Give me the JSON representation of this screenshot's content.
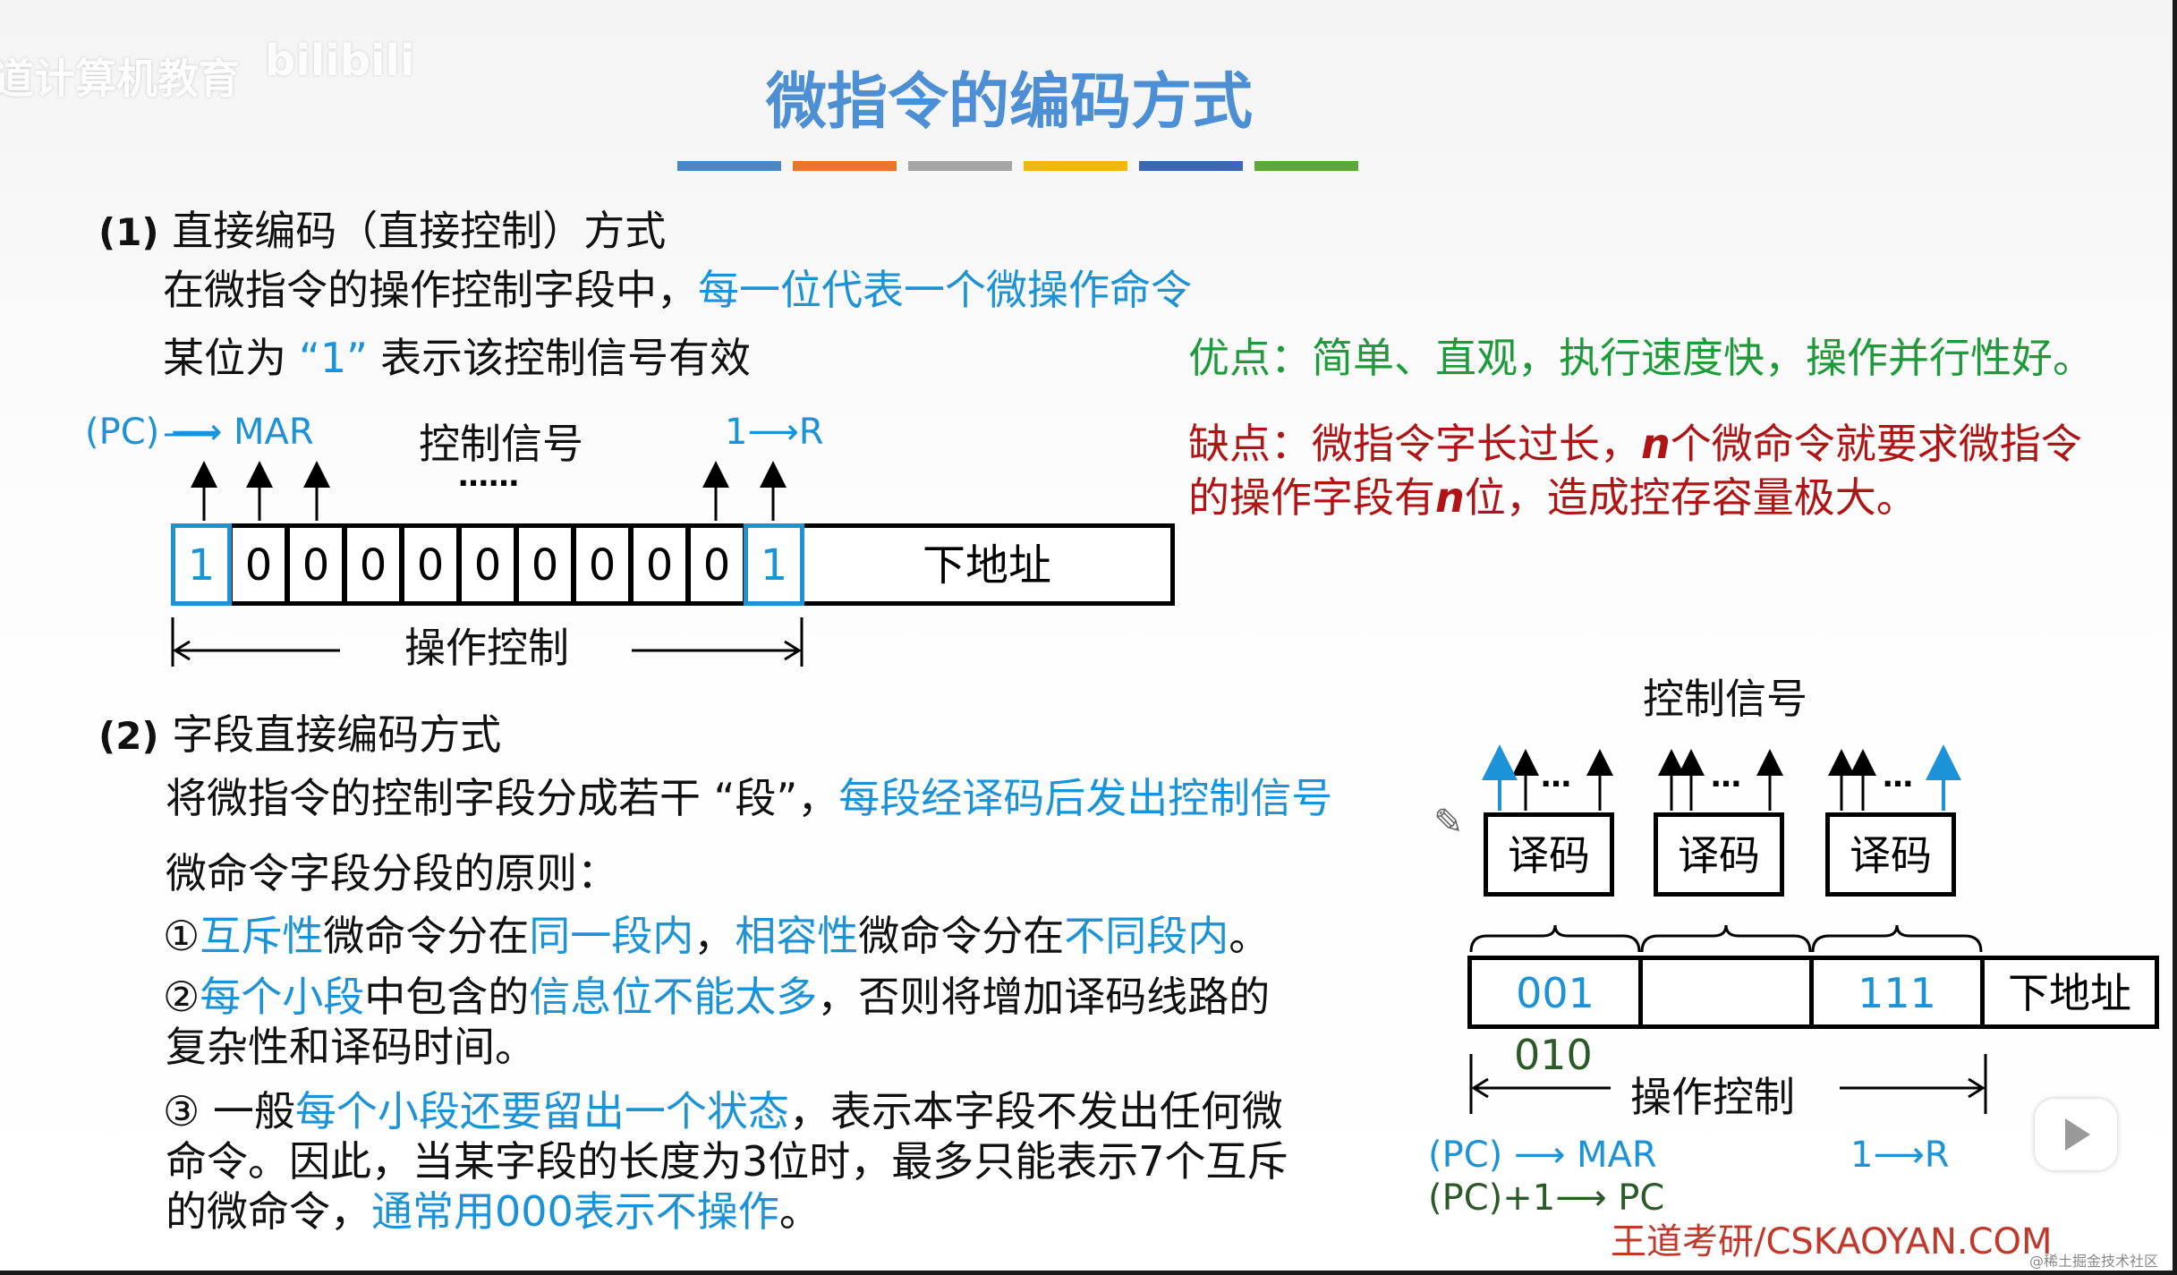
{
  "title": "微指令的编码方式",
  "watermark": {
    "text": "道计算机教育",
    "logo": "bilibili"
  },
  "colors": {
    "title": "#4d8fd4",
    "highlight": "#1b93d6",
    "pros": "#1d9a3a",
    "cons": "#b01414",
    "brand": "#c0392b"
  },
  "title_bars": [
    "#4a86c8",
    "#e8762d",
    "#a5a5a5",
    "#f2b80c",
    "#3f66b5",
    "#5ea83a"
  ],
  "section1": {
    "heading": "(1) 直接编码（直接控制）方式",
    "line1_a": "在微指令的操作控制字段中，",
    "line1_b": "每一位代表一个微操作命令",
    "line2_a": "某位为",
    "line2_b": "“1”",
    "line2_c": "表示该控制信号有效",
    "pc_mar": "(PC) ⟶ MAR",
    "control_signal": "控制信号",
    "ellipsis": "……",
    "one_r": "1⟶R",
    "bits": [
      "1",
      "0",
      "0",
      "0",
      "0",
      "0",
      "0",
      "0",
      "0",
      "0",
      "1"
    ],
    "next_address": "下地址",
    "op_control": "操作控制"
  },
  "pros": "优点：简单、直观，执行速度快，操作并行性好。",
  "cons": {
    "line1_a": "缺点：微指令字长过长，",
    "n1": "n",
    "line1_b": "个微命令就要求微指令",
    "line2_a": "的操作字段有",
    "n2": "n",
    "line2_b": "位，造成控存容量极大。"
  },
  "section2": {
    "heading": "(2) 字段直接编码方式",
    "line1_a": "将微指令的控制字段分成若干 “段”，",
    "line1_b": "每段经译码后发出控制信号",
    "principle": "微命令字段分段的原则：",
    "r1": [
      "①",
      "互斥性",
      "微命令分在",
      "同一段内",
      "，",
      "相容性",
      "微命令分在",
      "不同段内",
      "。"
    ],
    "r2": [
      "②",
      "每个小段",
      "中包含的",
      "信息位不能太多",
      "，否则将增加译码线路的"
    ],
    "r2_line2": "复杂性和译码时间。",
    "r3": [
      "③ 一般",
      "每个小段还要留出一个状态",
      "，表示本字段不发出任何微"
    ],
    "r3_line2": "命令。因此，当某字段的长度为3位时，最多只能表示7个互斥",
    "r3_line3_a": "的微命令，",
    "r3_line3_b": "通常用000表示不操作",
    "r3_line3_c": "。"
  },
  "diagram2": {
    "control_signal": "控制信号",
    "decoders": [
      "译码",
      "译码",
      "译码"
    ],
    "dots": "…",
    "fields": [
      "001",
      "",
      "111"
    ],
    "below_field": "010",
    "next_address": "下地址",
    "op_control": "操作控制",
    "pc_mar": "(PC) ⟶ MAR",
    "one_r": "1⟶R",
    "pc_inc": "(PC)+1⟶ PC"
  },
  "footer": {
    "brand": "王道考研/CSKAOYAN.COM",
    "corner": "@稀土掘金技术社区"
  }
}
